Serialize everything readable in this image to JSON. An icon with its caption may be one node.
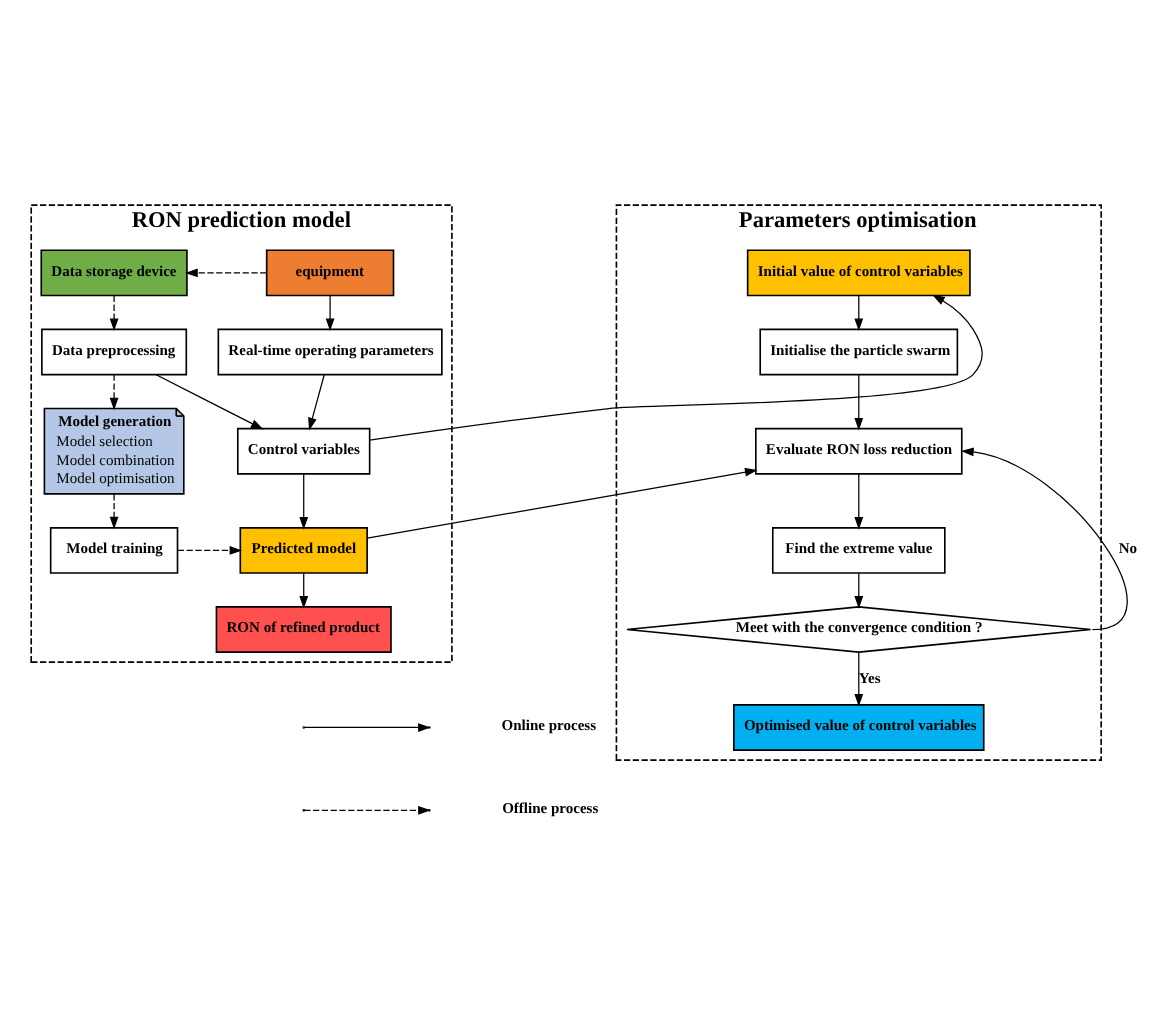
{
  "diagram": {
    "nodes": [
      {
        "text": [
          "RON prediction model"
        ]
      },
      {
        "text": [
          "Data storage device"
        ],
        "in": 0
      },
      {
        "text": [
          "equipment"
        ],
        "in": 0
      },
      {
        "text": [
          "Data preprocessing"
        ],
        "in": 0
      },
      {
        "text": [
          "Real-time operating parameters"
        ],
        "in": 0
      },
      {
        "text": [
          "Model generation",
          "Model selection",
          "Model combination",
          "Model optimisation"
        ],
        "in": 0
      },
      {
        "text": [
          "Control variables"
        ],
        "in": 0
      },
      {
        "text": [
          "Model training"
        ],
        "in": 0
      },
      {
        "text": [
          "Predicted model"
        ],
        "in": 0
      },
      {
        "text": [
          "RON of refined product"
        ],
        "in": 0
      },
      {
        "text": [
          "Parameters optimisation"
        ]
      },
      {
        "text": [
          "Initial value of control variables"
        ],
        "in": 10
      },
      {
        "text": [
          "Initialise the particle swarm"
        ],
        "in": 10
      },
      {
        "text": [
          "Evaluate RON loss reduction"
        ],
        "in": 10
      },
      {
        "text": [
          "Find the extreme value"
        ],
        "in": 10
      },
      {
        "text": [
          "Meet with the convergence condition ?"
        ],
        "in": 10
      },
      {
        "text": [
          "Optimised value of control variables"
        ],
        "in": 10
      }
    ],
    "edges": [
      {
        "from": 2,
        "to": 1,
        "arrow": "to",
        "style": "dashed"
      },
      {
        "from": 2,
        "to": 4,
        "arrow": "to"
      },
      {
        "from": 1,
        "to": 3,
        "arrow": "to",
        "style": "dashed"
      },
      {
        "from": 3,
        "to": 6,
        "arrow": "to"
      },
      {
        "from": 4,
        "to": 6,
        "arrow": "to"
      },
      {
        "from": 3,
        "to": 5,
        "arrow": "to",
        "style": "dashed"
      },
      {
        "from": 5,
        "to": 7,
        "arrow": "to",
        "style": "dashed"
      },
      {
        "from": 7,
        "to": 8,
        "arrow": "to",
        "style": "dashed"
      },
      {
        "from": 6,
        "to": 8,
        "arrow": "to"
      },
      {
        "from": 8,
        "to": 9,
        "arrow": "to"
      },
      {
        "from": 6,
        "to": 11,
        "arrow": "to"
      },
      {
        "from": 11,
        "to": 12,
        "arrow": "to"
      },
      {
        "from": 12,
        "to": 13,
        "arrow": "to"
      },
      {
        "from": 8,
        "to": 13,
        "arrow": "to"
      },
      {
        "from": 13,
        "to": 14,
        "arrow": "to"
      },
      {
        "from": 14,
        "to": 15,
        "arrow": "to"
      },
      {
        "from": 15,
        "to": 13,
        "arrow": "to",
        "label": "No"
      },
      {
        "from": 15,
        "to": 16,
        "arrow": "to",
        "label": "Yes"
      }
    ],
    "legend": [
      {
        "text": "Online process"
      },
      {
        "text": "Offline process"
      }
    ]
  }
}
